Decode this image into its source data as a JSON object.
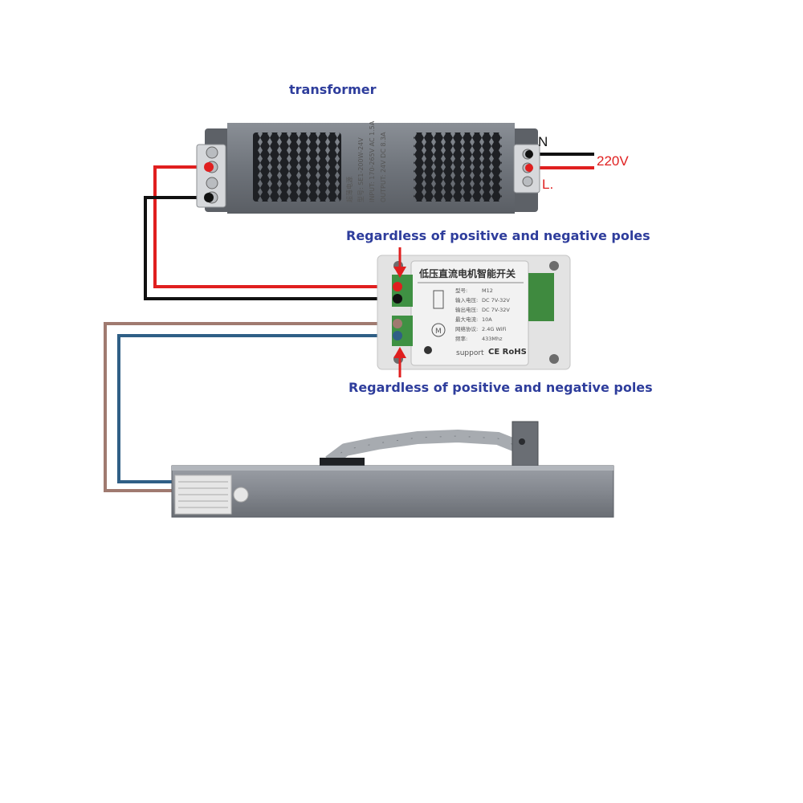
{
  "labels": {
    "transformer": "transformer",
    "voltage": "220V",
    "neutral": "N",
    "live": "L.",
    "poles_top": "Regardless of positive and negative poles",
    "poles_bottom": "Regardless of positive and negative poles"
  },
  "transformer_plate": {
    "line1": "超薄电源",
    "line2": "型号: SE1-200W-24V",
    "line3": "INPUT: 170-265V AC 1.5A",
    "line4": "OUTPUT: 24V DC 8.3A"
  },
  "controller": {
    "title": "低压直流电机智能开关",
    "specs": [
      {
        "key": "型号:",
        "value": "M12"
      },
      {
        "key": "输入电压:",
        "value": "DC 7V-32V"
      },
      {
        "key": "输出电压:",
        "value": "DC 7V-32V"
      },
      {
        "key": "最大电流:",
        "value": "10A"
      },
      {
        "key": "网络协议:",
        "value": "2.4G WiFi"
      },
      {
        "key": "频率:",
        "value": "433Mhz"
      }
    ],
    "support": "support",
    "cert": "CE RoHS"
  },
  "colors": {
    "label_blue": "#2e3d9c",
    "wire_red": "#e01f1f",
    "wire_black": "#111111",
    "wire_brown": "#a07a70",
    "wire_blue": "#2f5f86"
  }
}
